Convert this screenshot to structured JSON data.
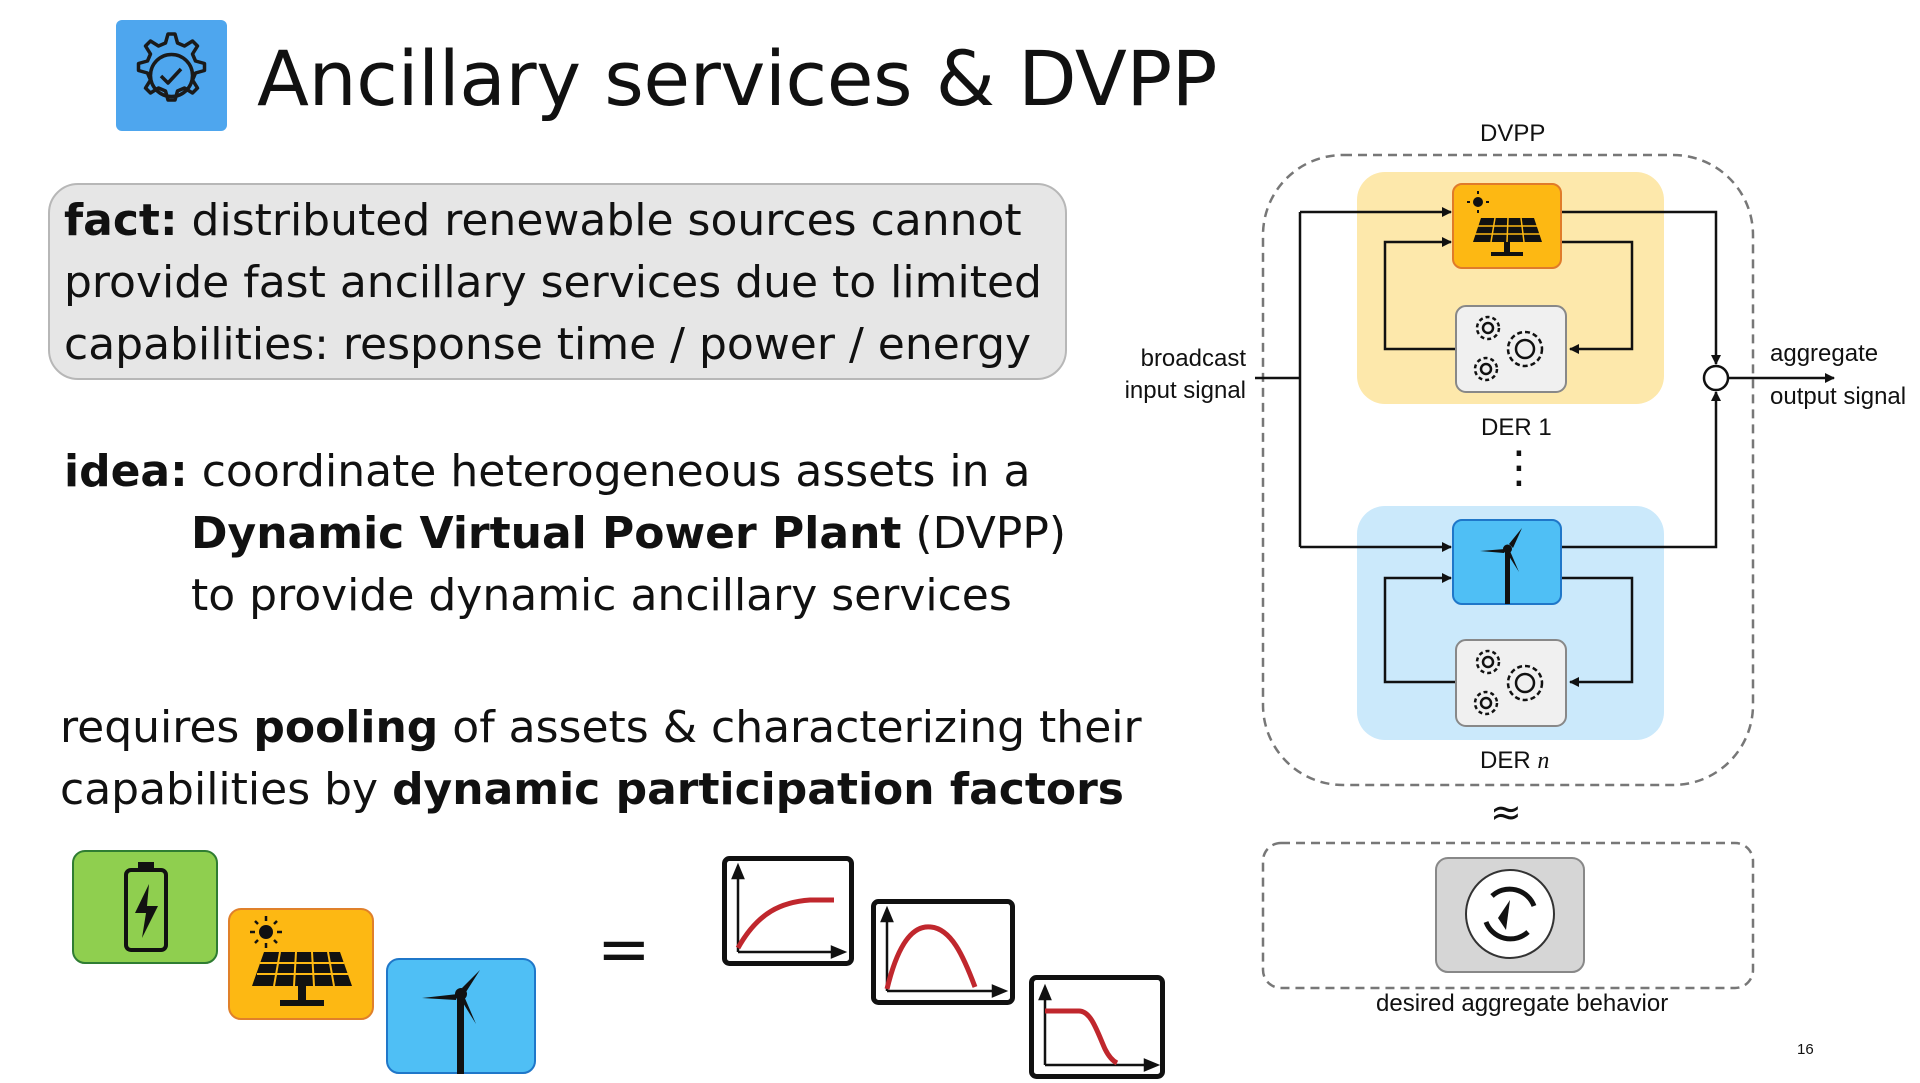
{
  "title": "Ancillary services & DVPP",
  "fact": {
    "label": "fact:",
    "line1": " distributed renewable sources cannot",
    "line2": "provide fast ancillary services due to limited",
    "line3": "capabilities: response time / power / energy"
  },
  "idea": {
    "label": "idea:",
    "line1": " coordinate heterogeneous assets in a",
    "line2_bold": "Dynamic Virtual Power Plant",
    "line2_rest": " (DVPP)",
    "line3": "to provide dynamic ancillary services"
  },
  "requires": {
    "p1": "requires ",
    "b1": "pooling",
    "p2": " of assets & characterizing their",
    "p3": "capabilities by ",
    "b2": "dynamic participation factors"
  },
  "equals_sign": "=",
  "diagram": {
    "dvpp_label": "DVPP",
    "input_label_1": "broadcast",
    "input_label_2": "input signal",
    "output_label_1": "aggregate",
    "output_label_2": "output signal",
    "der1_label": "DER 1",
    "dern_label_prefix": "DER ",
    "dern_label_var": "n",
    "vdots": "⋮",
    "approx": "≈",
    "desired_label": "desired aggregate behavior"
  },
  "colors": {
    "solar_group_bg": "#fde8ab",
    "wind_group_bg": "#cbe9fb",
    "solar_tile": "#fdb813",
    "wind_tile": "#4fbff5",
    "battery_tile": "#8fcf4f",
    "title_icon": "#4ea6ee",
    "curve": "#c0272d"
  },
  "page_number": "16"
}
